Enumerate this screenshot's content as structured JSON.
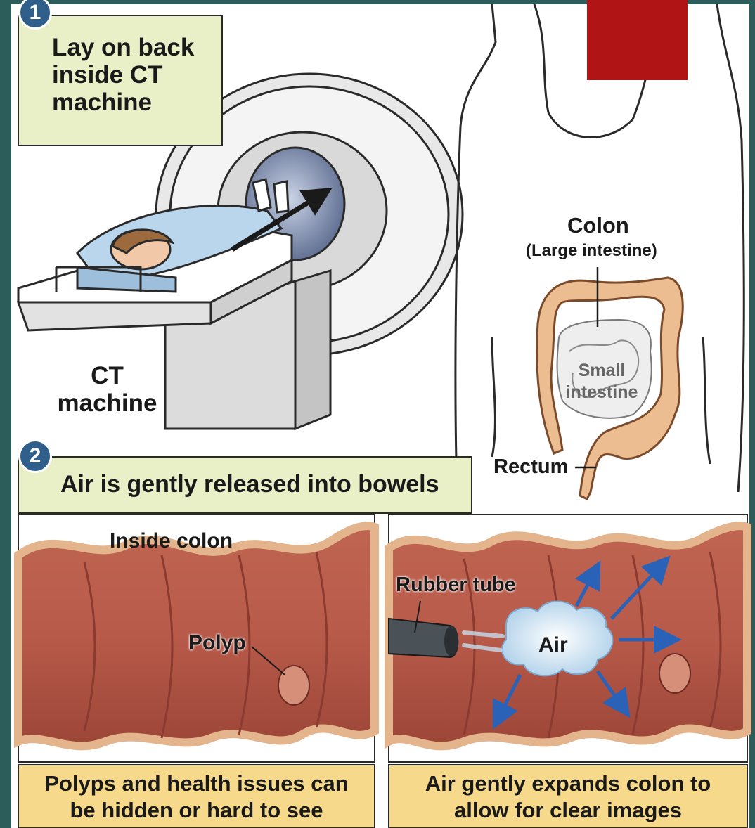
{
  "step1": {
    "number": "1",
    "title_lines": [
      "Lay on back",
      "inside CT",
      "machine"
    ],
    "ct_label_lines": [
      "CT",
      "machine"
    ]
  },
  "anatomy": {
    "colon_label": "Colon",
    "colon_sublabel": "(Large intestine)",
    "small_intestine_lines": [
      "Small",
      "intestine"
    ],
    "rectum_label": "Rectum"
  },
  "step2": {
    "number": "2",
    "title": "Air is gently released into bowels"
  },
  "panel_left": {
    "label": "Inside colon",
    "polyp_label": "Polyp",
    "caption_lines": [
      "Polyps and health issues can",
      "be hidden or hard to see"
    ]
  },
  "panel_right": {
    "tube_label": "Rubber tube",
    "air_label": "Air",
    "caption_lines": [
      "Air gently expands colon to",
      "allow for clear images"
    ]
  },
  "colors": {
    "background": "#2c5d5b",
    "label_box": "#e9f0c8",
    "caption_box": "#f6d98a",
    "colon_tissue": "#b85a4a",
    "colon_outline": "#e4b48c",
    "accent_red": "#b01414",
    "arrow_blue": "#2a62b8",
    "badge_blue": "#2f5f8a"
  }
}
